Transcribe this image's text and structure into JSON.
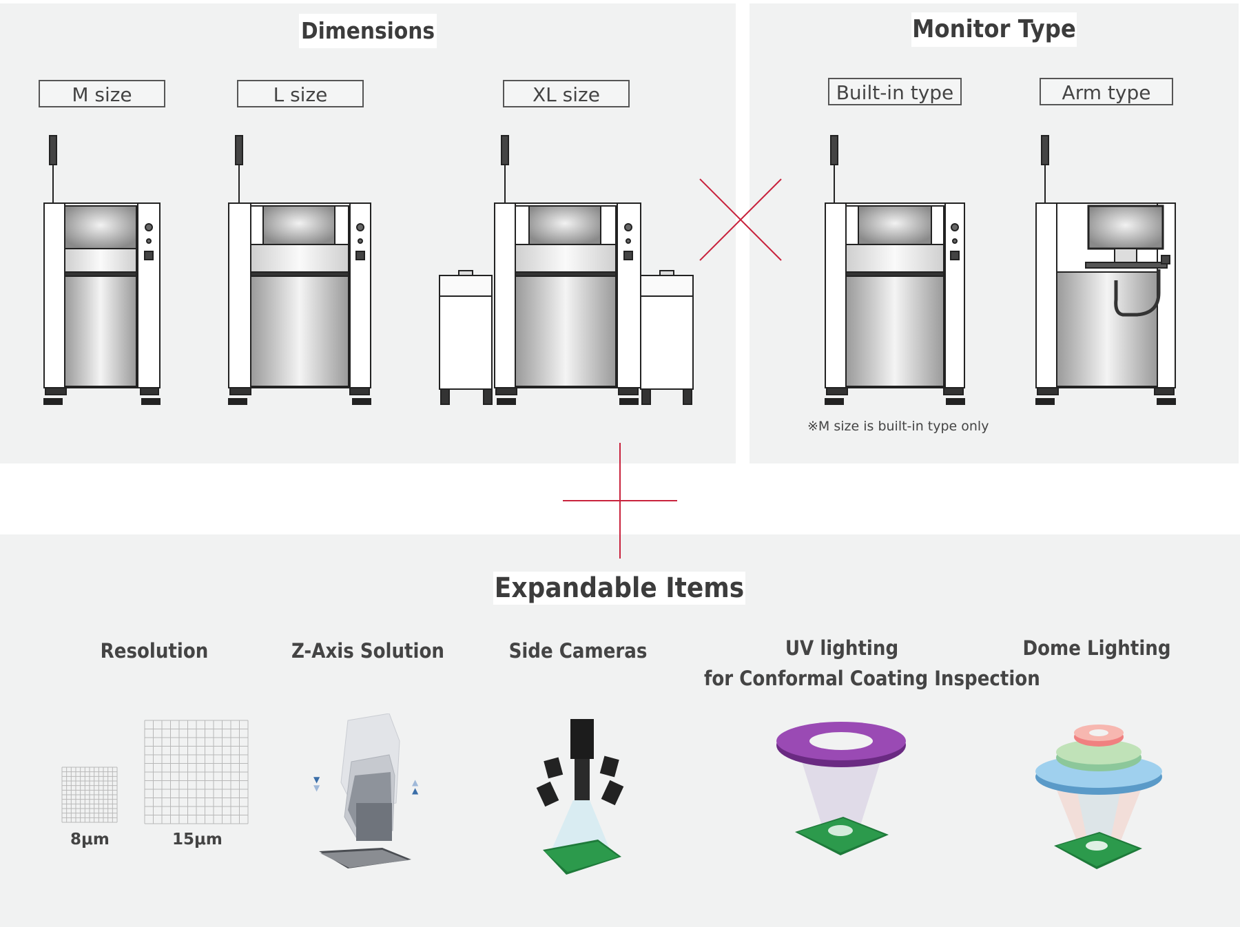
{
  "dimensions": {
    "title": "Dimensions",
    "sizes": [
      {
        "label": "M size"
      },
      {
        "label": "L size"
      },
      {
        "label": "XL size"
      }
    ]
  },
  "monitor_type": {
    "title": "Monitor Type",
    "types": [
      {
        "label": "Built-in type"
      },
      {
        "label": "Arm type"
      }
    ],
    "note": "※M size is built-in type only"
  },
  "expandable": {
    "title": "Expandable Items",
    "items": [
      {
        "label": "Resolution"
      },
      {
        "label": "Z-Axis Solution"
      },
      {
        "label": "Side Cameras"
      },
      {
        "label": "UV lighting",
        "label_line2": "for Conformal Coating Inspection"
      },
      {
        "label": "Dome Lighting"
      }
    ],
    "resolution_values": [
      "8μm",
      "15μm"
    ]
  },
  "colors": {
    "panel_bg": "#f1f2f2",
    "accent_cross": "#c8223c",
    "uv_ring": "#8a3aa0",
    "pcb_green": "#1e7a3a"
  }
}
